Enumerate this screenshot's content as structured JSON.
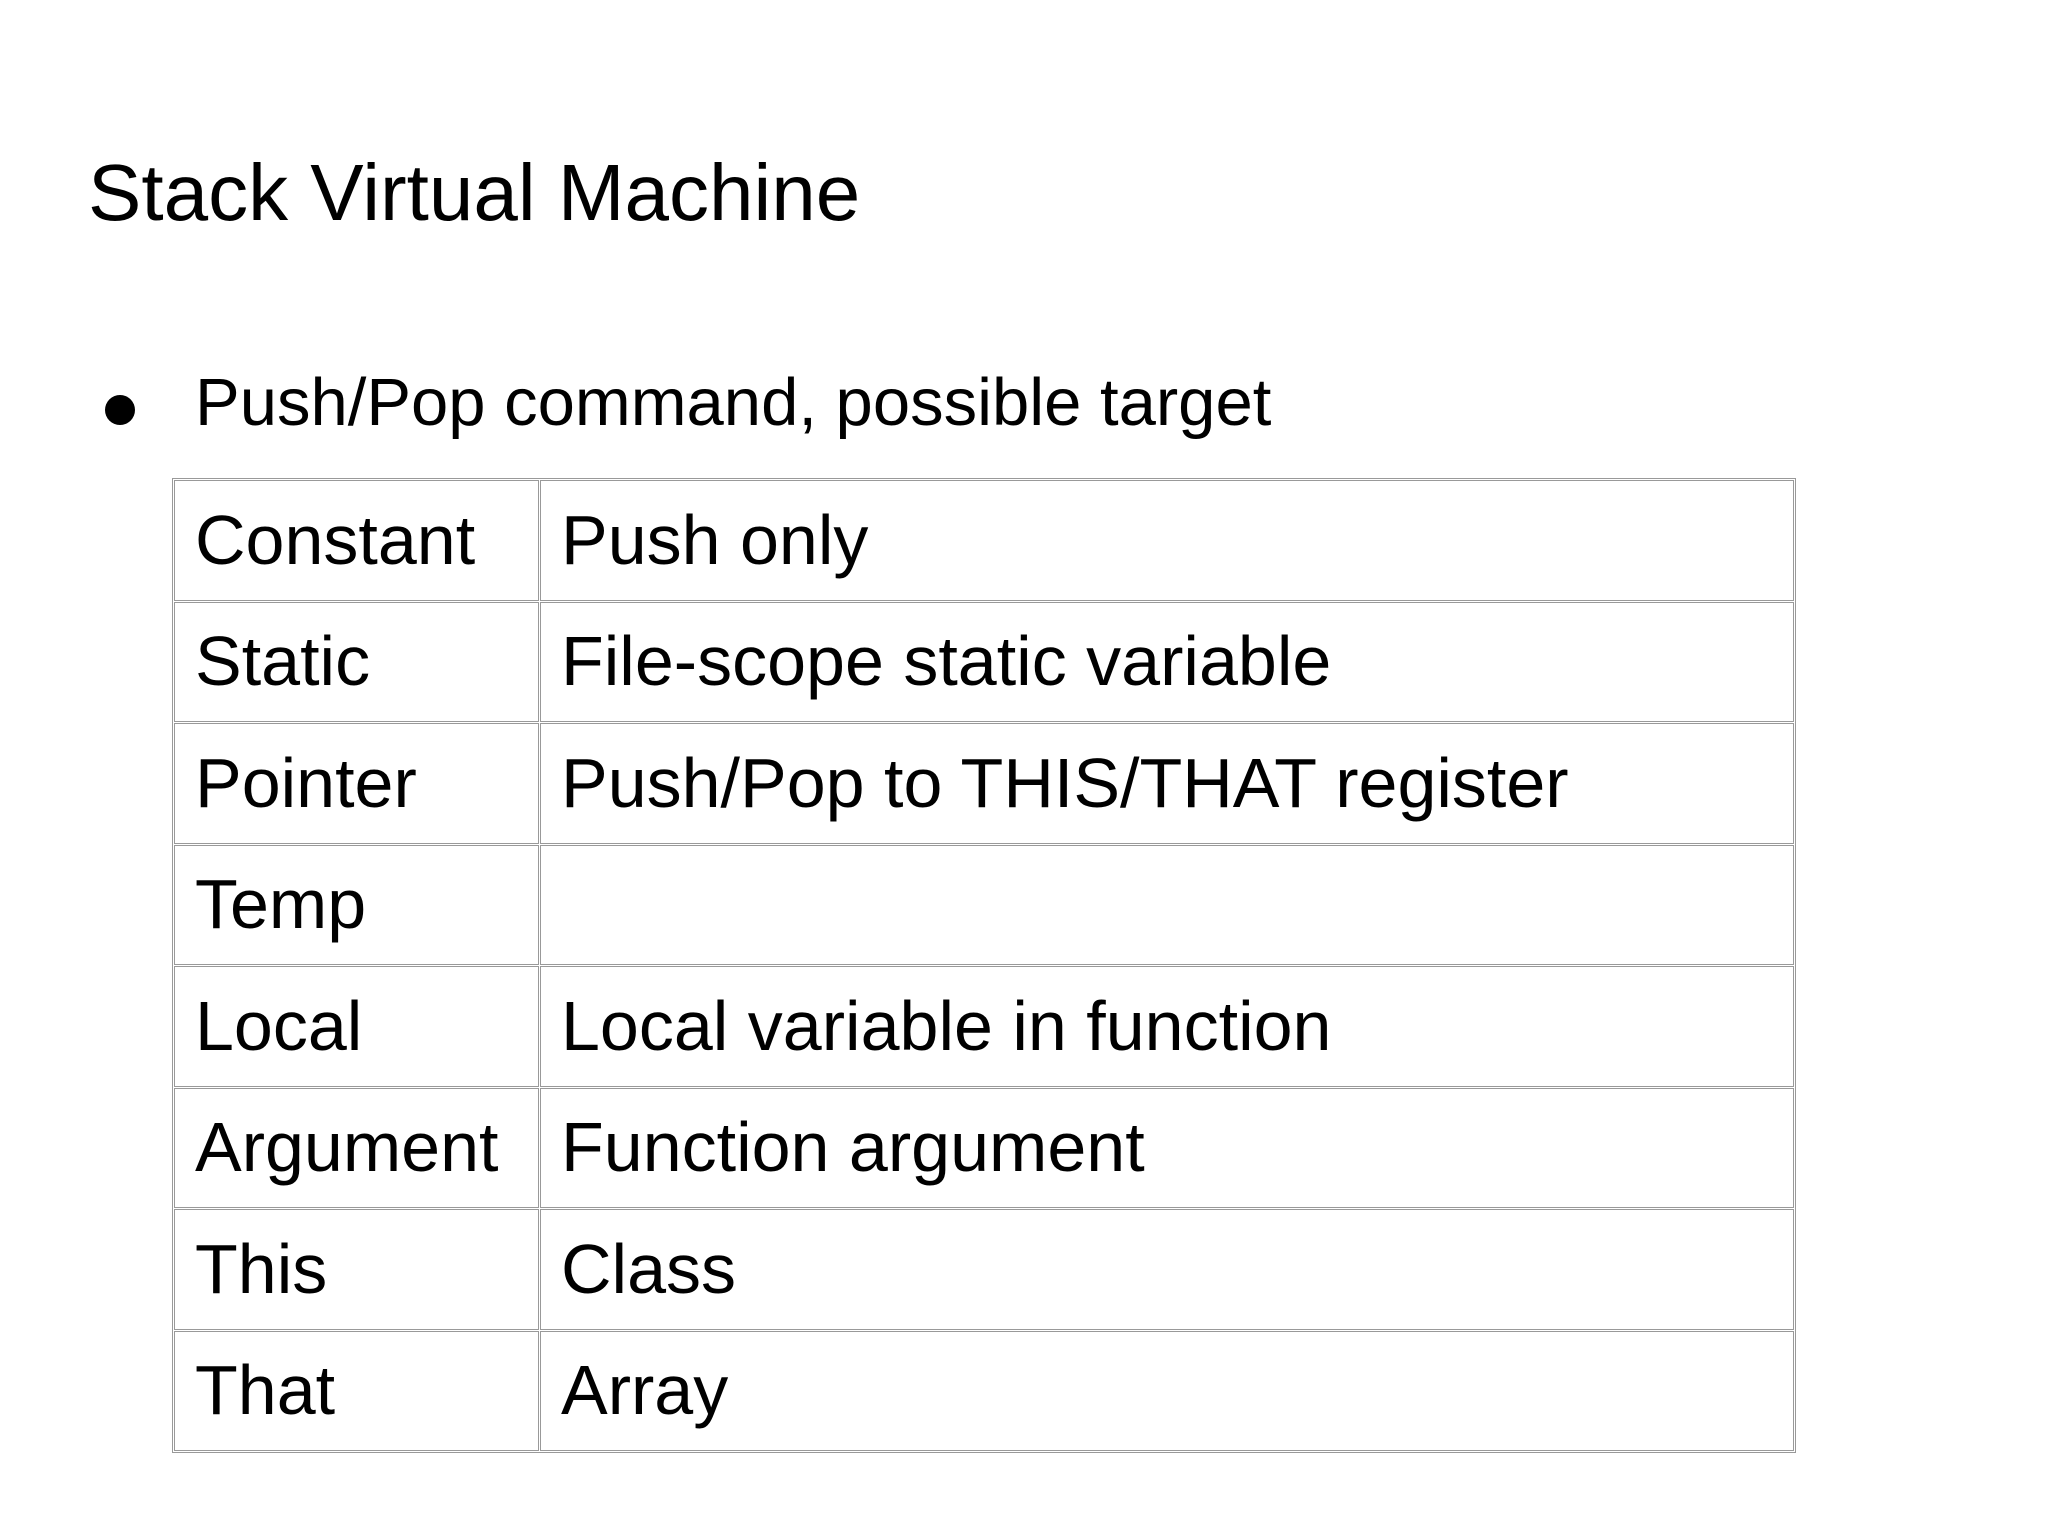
{
  "slide": {
    "title": "Stack Virtual Machine",
    "bullet": "Push/Pop command, possible target"
  },
  "table": {
    "rows": [
      {
        "target": "Constant",
        "description": "Push only"
      },
      {
        "target": "Static",
        "description": "File-scope static variable"
      },
      {
        "target": "Pointer",
        "description": "Push/Pop to THIS/THAT register"
      },
      {
        "target": "Temp",
        "description": ""
      },
      {
        "target": "Local",
        "description": "Local variable in function"
      },
      {
        "target": "Argument",
        "description": "Function argument"
      },
      {
        "target": "This",
        "description": "Class"
      },
      {
        "target": "That",
        "description": "Array"
      }
    ]
  },
  "colors": {
    "background": "#ffffff",
    "text": "#000000",
    "table_border": "#999999"
  }
}
